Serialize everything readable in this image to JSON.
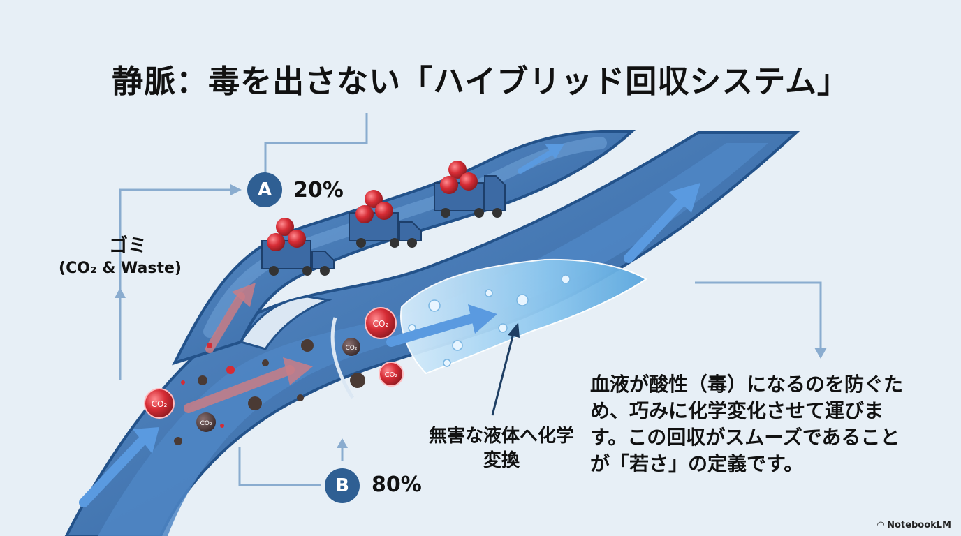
{
  "title": "静脈：毒を出さない「ハイブリッド回収システム」",
  "waste": {
    "label_jp": "ゴミ",
    "label_en": "(CO₂ & Waste)"
  },
  "route_a": {
    "badge": "A",
    "percent": "20%"
  },
  "route_b": {
    "badge": "B",
    "percent": "80%"
  },
  "conversion_label": "無害な液体へ化学変換",
  "description": "血液が酸性（毒）になるのを防ぐため、巧みに化学変化させて運びます。この回収がスムーズであることが「若さ」の定義です。",
  "molecule_label": "CO₂",
  "brand": "NotebookLM",
  "colors": {
    "background": "#e7eff6",
    "vessel": "#3f75b3",
    "vessel_dark": "#2a5a93",
    "molecule": "#d62c35",
    "truck": "#3c6aa4",
    "liquid": "#9fd0f2",
    "connector": "#8aaccf"
  }
}
